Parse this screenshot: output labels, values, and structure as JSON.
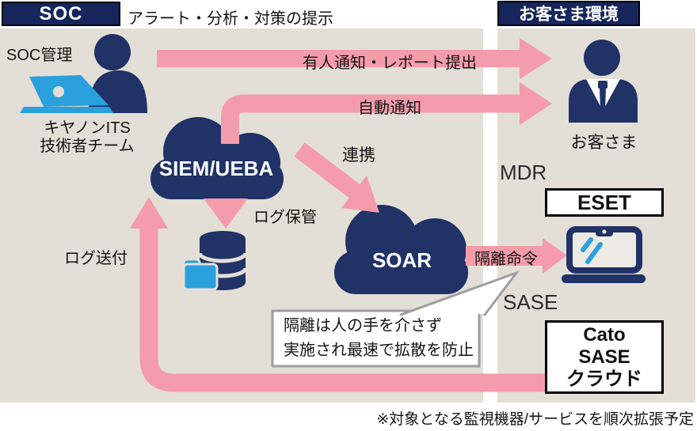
{
  "header": {
    "soc_box": "SOC",
    "title": "アラート・分析・対策の提示",
    "customer_env_box": "お客さま環境"
  },
  "soc_side": {
    "admin_label": "SOC管理",
    "team_line1": "キヤノンITS",
    "team_line2": "技術者チーム",
    "siem_cloud": "SIEM/UEBA",
    "soar_cloud": "SOAR"
  },
  "flows": {
    "manned_report": "有人通知・レポート提出",
    "auto_notify": "自動通知",
    "cooperation": "連携",
    "log_store": "ログ保管",
    "log_send": "ログ送付",
    "isolate_cmd": "隔離命令"
  },
  "customer_side": {
    "person_label": "お客さま",
    "mdr_label": "MDR",
    "eset_box": "ESET",
    "sase_label": "SASE",
    "cato_box_lines": [
      "Cato",
      "SASE",
      "クラウド"
    ]
  },
  "callout": {
    "line1": "隔離は人の手を介さず",
    "line2": "実施され最速で拡散を防止"
  },
  "footnote": "※対象となる監視機器/サービスを順次拡張予定",
  "colors": {
    "panel_bg": "#e3dfd7",
    "navy": "#203266",
    "header_navy": "#16265c",
    "pink": "#f49cac",
    "light_blue": "#2aa0dc",
    "callout_border": "#9e9e9e"
  }
}
